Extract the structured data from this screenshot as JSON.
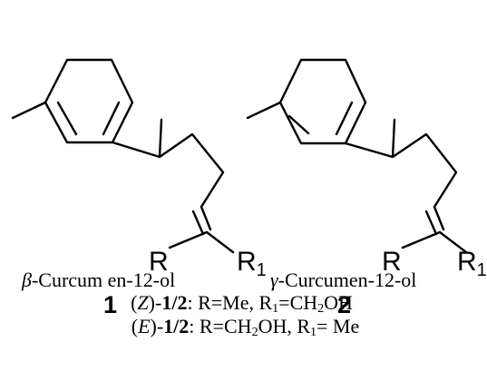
{
  "structures": [
    {
      "id": "1",
      "number": "1",
      "left_substituent": "R",
      "right_substituent_symbol": "R",
      "right_substituent_index": "1"
    },
    {
      "id": "2",
      "number": "2",
      "left_substituent": "R",
      "right_substituent_symbol": "R",
      "right_substituent_index": "1"
    }
  ],
  "captions": {
    "names": [
      {
        "prefix": "β",
        "rest": "-Curcum en-12-ol"
      },
      {
        "prefix": "γ",
        "rest": "-Curcumen-12-ol"
      }
    ],
    "z_line": {
      "open": "(",
      "isomer": "Z",
      "close": ")-",
      "compounds": "1/2",
      "text1": ": R=Me, R",
      "sub1": "1",
      "text2": "=CH",
      "sub2": "2",
      "text3": "OH"
    },
    "e_line": {
      "open": "(",
      "isomer": "E",
      "close": ")-",
      "compounds": "1/2",
      "text1": ": R=CH",
      "sub1": "2",
      "text2": "OH, R",
      "sub2": "1",
      "text3": "= Me"
    }
  }
}
